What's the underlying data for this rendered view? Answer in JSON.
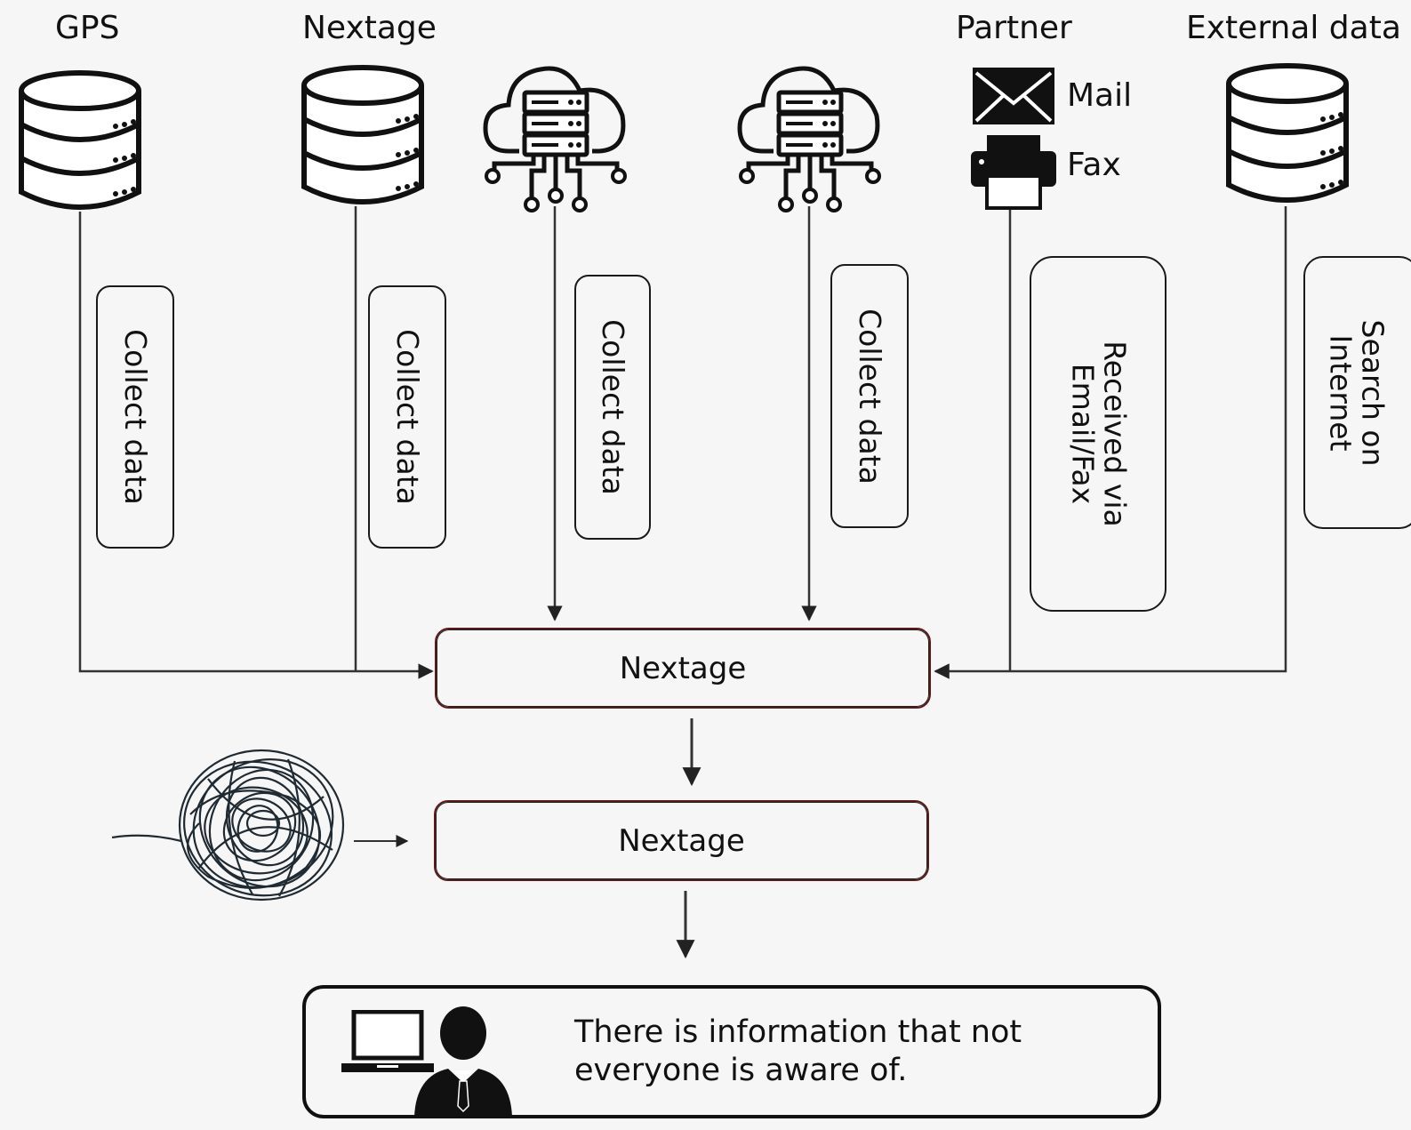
{
  "sources": {
    "gps": "GPS",
    "nextage": "Nextage",
    "partner": "Partner",
    "external": "External data"
  },
  "partner_channels": {
    "mail": "Mail",
    "fax": "Fax"
  },
  "steps": {
    "collect_1": "Collect data",
    "collect_2": "Collect data",
    "collect_3": "Collect data",
    "collect_4": "Collect data",
    "received": "Received via\nEmail/Fax",
    "search": "Search on\nInternet"
  },
  "nodes": {
    "nextage_1": "Nextage",
    "nextage_2": "Nextage"
  },
  "result": {
    "text": "There is information that not\neveryone is aware of."
  },
  "icons": {
    "gps": "database-icon",
    "nextage": "database-icon",
    "cloud_1": "cloud-server-icon",
    "cloud_2": "cloud-server-icon",
    "mail": "envelope-icon",
    "fax": "printer-icon",
    "external": "database-icon",
    "tangle": "tangled-thread-icon",
    "laptop": "laptop-icon",
    "person": "businessman-icon"
  }
}
